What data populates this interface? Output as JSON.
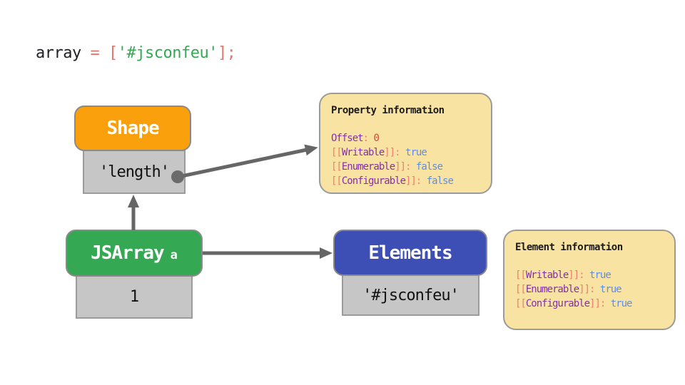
{
  "code_line": {
    "var": "array",
    "eq": "=",
    "open": "[",
    "string": "'#jsconfeu'",
    "close": "];"
  },
  "shape_node": {
    "title": "Shape",
    "cell": "'length'"
  },
  "jsarray_node": {
    "title": "JSArray",
    "subscript": "a",
    "cell": "1"
  },
  "elements_node": {
    "title": "Elements",
    "cell": "'#jsconfeu'"
  },
  "punct": {
    "open": "[[",
    "close_colon": "]]:",
    "colon": ":"
  },
  "property_info": {
    "title": "Property information",
    "offset_label": "Offset",
    "offset_value": "0",
    "rows": [
      {
        "name": "Writable",
        "value": "true"
      },
      {
        "name": "Enumerable",
        "value": "false"
      },
      {
        "name": "Configurable",
        "value": "false"
      }
    ]
  },
  "element_info": {
    "title": "Element information",
    "rows": [
      {
        "name": "Writable",
        "value": "true"
      },
      {
        "name": "Enumerable",
        "value": "true"
      },
      {
        "name": "Configurable",
        "value": "true"
      }
    ]
  },
  "colors": {
    "shape_header_bg": "#F9A00C",
    "jsarray_header_bg": "#34A853",
    "elements_header_bg": "#3D4FB5",
    "info_box_bg": "#F9E3A2",
    "cell_bg": "#C6C6C6",
    "arrow": "#666666",
    "code_punct": "#E8756B",
    "code_string": "#34A853",
    "syntax_purple": "#8430A8",
    "syntax_salmon": "#ED7E72",
    "syntax_blue": "#5C8EE6",
    "syntax_red": "#D7453B"
  }
}
